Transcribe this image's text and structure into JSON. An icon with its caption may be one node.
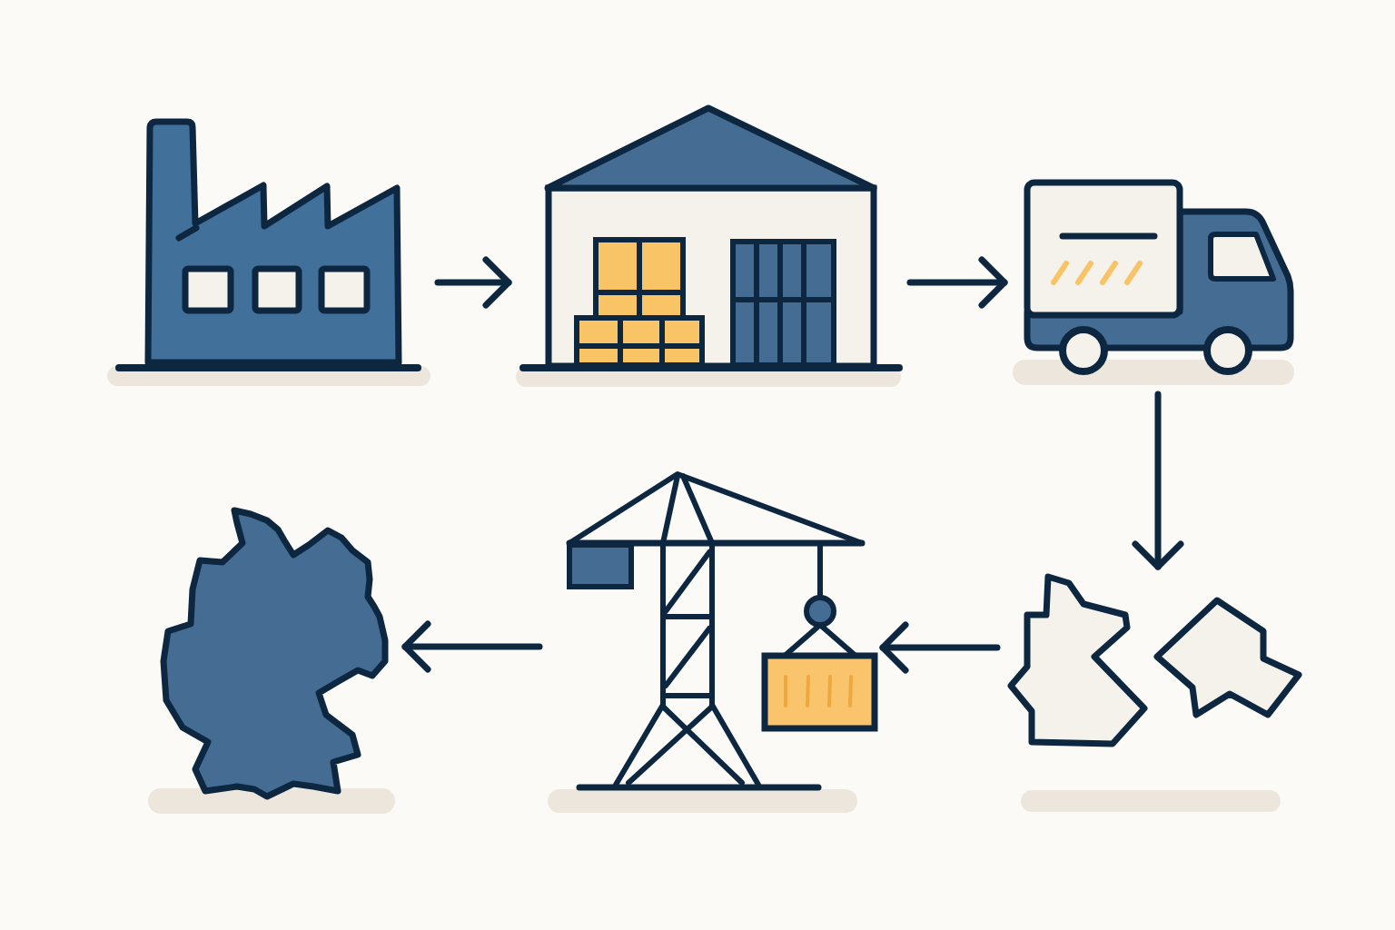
{
  "diagram": {
    "nodes": [
      {
        "text": [],
        "shape": "picture"
      },
      {
        "text": [],
        "shape": "picture"
      },
      {
        "text": [],
        "shape": "picture"
      },
      {
        "text": [],
        "shape": "picture"
      },
      {
        "text": [],
        "shape": "picture"
      },
      {
        "text": [],
        "shape": "picture"
      }
    ],
    "edges": [
      {
        "from": 0,
        "to": 1,
        "arrow": "to"
      },
      {
        "from": 1,
        "to": 2,
        "arrow": "to"
      },
      {
        "from": 2,
        "to": 3,
        "arrow": "to"
      },
      {
        "from": 3,
        "to": 4,
        "arrow": "to"
      },
      {
        "from": 4,
        "to": 5,
        "arrow": "to"
      }
    ]
  }
}
